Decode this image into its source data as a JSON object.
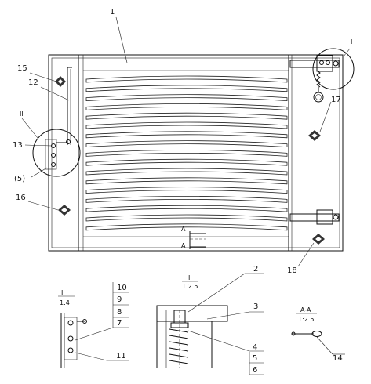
{
  "labels": {
    "c1": "1",
    "c2": "2",
    "c3": "3",
    "c4": "4",
    "c5": "5",
    "c6": "6",
    "c7": "7",
    "c8": "8",
    "c9": "9",
    "c10": "10",
    "c11": "11",
    "c12": "12",
    "c13": "13",
    "c14": "14",
    "c15": "15",
    "c16": "16",
    "c17": "17",
    "c18": "18",
    "detail_I_tag": "I",
    "detail_II_tag": "II",
    "detail_5": "(5)",
    "section_mark": "A",
    "detail_I_title": "I",
    "detail_I_scale": "1:2.5",
    "detail_II_title": "II",
    "detail_II_scale": "1:4",
    "section_title": "A-A",
    "section_scale": "1:2.5"
  }
}
